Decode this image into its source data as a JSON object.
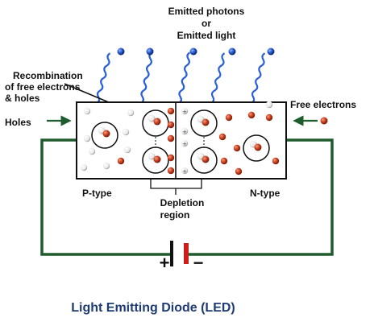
{
  "labels": {
    "emitted_photons": "Emitted photons",
    "or": "or",
    "emitted_light": "Emitted light",
    "recombination_line1": "Recombination",
    "recombination_line2": "of free electrons",
    "recombination_line3": "& holes",
    "holes": "Holes",
    "free_electrons": "Free electrons",
    "p_type": "P-type",
    "n_type": "N-type",
    "depletion_line1": "Depletion",
    "depletion_line2": "region",
    "plus": "+",
    "minus": "−"
  },
  "title": "Light Emitting Diode (LED)",
  "colors": {
    "wire": "#1e5c2e",
    "electron": "#c0391b",
    "photon": "#1e4fbf",
    "wave": "#2a5fd6",
    "title": "#1f3b73",
    "battery_plate": "#cc1d1d"
  },
  "icons": [
    "photon-icon",
    "electron-icon",
    "hole-icon",
    "recombination-pair-icon",
    "battery-icon",
    "arrow-icon"
  ]
}
